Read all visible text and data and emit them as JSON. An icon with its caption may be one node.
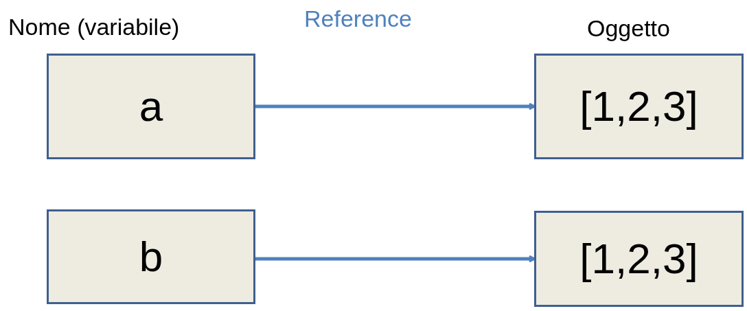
{
  "diagram": {
    "nodes": [
      {
        "text": [
          "a"
        ]
      },
      {
        "text": [
          "[1,2,3]"
        ]
      },
      {
        "text": [
          "b"
        ]
      },
      {
        "text": [
          "[1,2,3]"
        ]
      }
    ],
    "edges": [
      {
        "from": 0,
        "to": 1,
        "arrow": "to"
      },
      {
        "from": 2,
        "to": 3,
        "arrow": "to"
      }
    ],
    "labels": [
      "Nome (variabile)",
      "Reference",
      "Oggetto"
    ]
  }
}
